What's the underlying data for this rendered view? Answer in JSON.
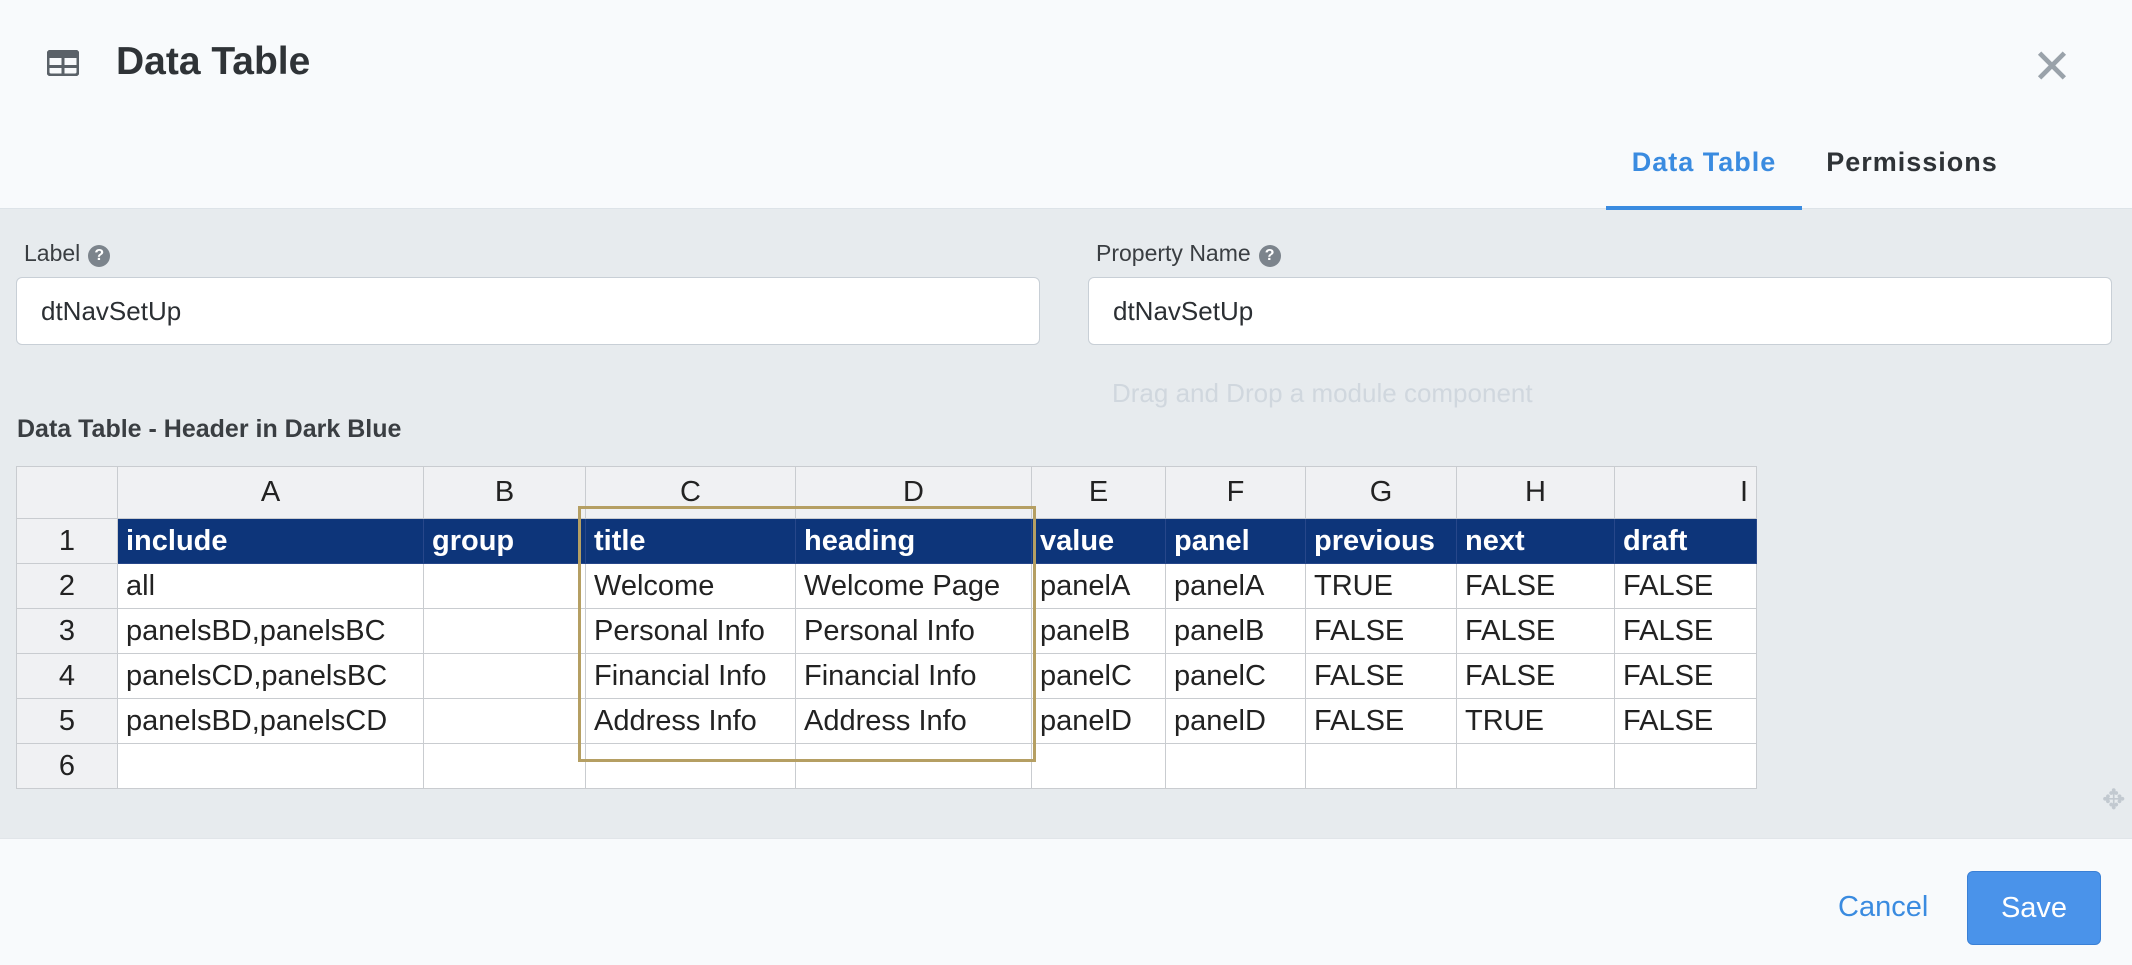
{
  "modal": {
    "title": "Data Table",
    "close_symbol": "✕"
  },
  "tabs": [
    {
      "label": "Data Table",
      "active": true
    },
    {
      "label": "Permissions",
      "active": false
    }
  ],
  "form": {
    "label_field": {
      "label": "Label",
      "value": "dtNavSetUp"
    },
    "property_name_field": {
      "label": "Property Name",
      "value": "dtNavSetUp"
    },
    "help_symbol": "?"
  },
  "background": {
    "drag_hint": "Drag and Drop a module component"
  },
  "table": {
    "section_title": "Data Table - Header in Dark Blue",
    "column_letters": [
      "A",
      "B",
      "C",
      "D",
      "E",
      "F",
      "G",
      "H",
      "I"
    ],
    "row_numbers": [
      "1",
      "2",
      "3",
      "4",
      "5",
      "6"
    ],
    "rows": [
      [
        "include",
        "group",
        "title",
        "heading",
        "value",
        "panel",
        "previous",
        "next",
        "draft"
      ],
      [
        "all",
        "",
        "Welcome",
        "Welcome Page",
        "panelA",
        "panelA",
        "TRUE",
        "FALSE",
        "FALSE"
      ],
      [
        "panelsBD,panelsBC",
        "",
        "Personal Info",
        "Personal Info",
        "panelB",
        "panelB",
        "FALSE",
        "FALSE",
        "FALSE"
      ],
      [
        "panelsCD,panelsBC",
        "",
        "Financial Info",
        "Financial Info",
        "panelC",
        "panelC",
        "FALSE",
        "FALSE",
        "FALSE"
      ],
      [
        "panelsBD,panelsCD",
        "",
        "Address Info",
        "Address Info",
        "panelD",
        "panelD",
        "FALSE",
        "TRUE",
        "FALSE"
      ],
      [
        "",
        "",
        "",
        "",
        "",
        "",
        "",
        "",
        ""
      ]
    ],
    "header_color": "#0d357a",
    "highlight_color": "#b59f63"
  },
  "footer": {
    "cancel_label": "Cancel",
    "save_label": "Save"
  },
  "colors": {
    "accent": "#3a8be0",
    "save_button": "#4a93ea"
  }
}
